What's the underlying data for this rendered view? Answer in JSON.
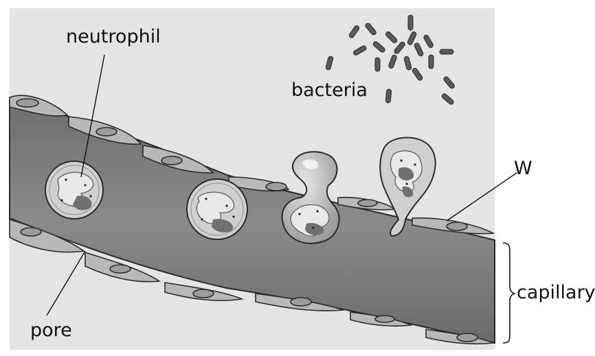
{
  "labels": {
    "neutrophil": "neutrophil",
    "bacteria": "bacteria",
    "w": "W",
    "capillary": "capillary",
    "pore": "pore"
  },
  "colors": {
    "background_panel": "#e4e4e4",
    "capillary_wall": "#7b7b7b",
    "cell_membrane": "#cfcfcf",
    "nucleus": "#707070",
    "bacteria": "#5a5a5a",
    "outline": "#2a2a2a"
  }
}
